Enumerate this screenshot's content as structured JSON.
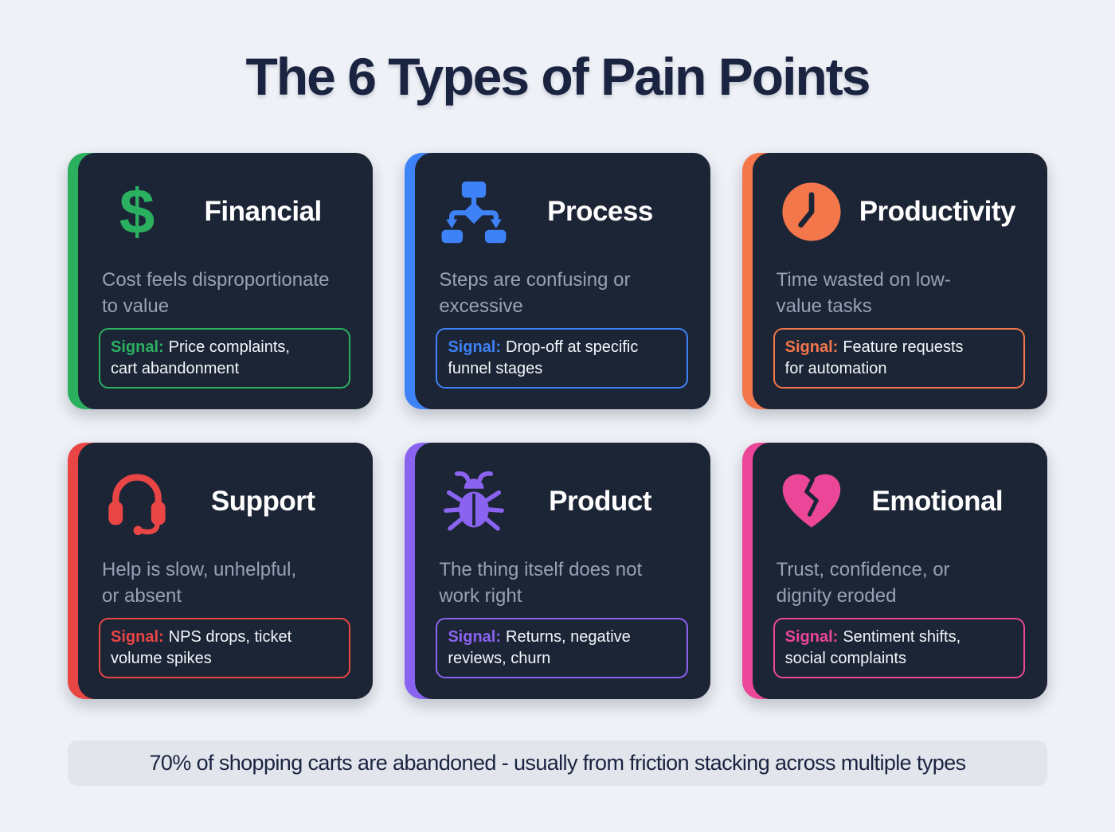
{
  "page": {
    "title": "The 6 Types of Pain Points",
    "background_color": "#eef1f6",
    "card_background": "#1c2536",
    "title_color": "#1a2340",
    "footer_note": "70% of shopping carts are abandoned - usually from friction stacking across multiple types"
  },
  "cards": [
    {
      "title": "Financial",
      "icon": "dollar-icon",
      "icon_glyph": "$",
      "accent": "#2bb060",
      "description": "Cost feels disproportionate\nto value",
      "signal_label": "Signal:",
      "signal_text": "Price complaints,\ncart abandonment"
    },
    {
      "title": "Process",
      "icon": "flowchart-icon",
      "accent": "#3e82f7",
      "description": "Steps are confusing or\nexcessive",
      "signal_label": "Signal:",
      "signal_text": "Drop-off at specific\nfunnel stages"
    },
    {
      "title": "Productivity",
      "icon": "clock-icon",
      "accent": "#f4764b",
      "description": "Time wasted on low-\nvalue tasks",
      "signal_label": "Signal:",
      "signal_text": "Feature requests\nfor automation"
    },
    {
      "title": "Support",
      "icon": "headset-icon",
      "accent": "#ea4545",
      "description": "Help is slow, unhelpful,\nor absent",
      "signal_label": "Signal:",
      "signal_text": "NPS drops, ticket\nvolume spikes"
    },
    {
      "title": "Product",
      "icon": "bug-icon",
      "accent": "#8a63f0",
      "description": "The thing itself does not\nwork right",
      "signal_label": "Signal:",
      "signal_text": "Returns, negative\nreviews, churn"
    },
    {
      "title": "Emotional",
      "icon": "broken-heart-icon",
      "accent": "#ec4699",
      "description": "Trust, confidence, or\ndignity eroded",
      "signal_label": "Signal:",
      "signal_text": "Sentiment shifts,\nsocial complaints"
    }
  ]
}
